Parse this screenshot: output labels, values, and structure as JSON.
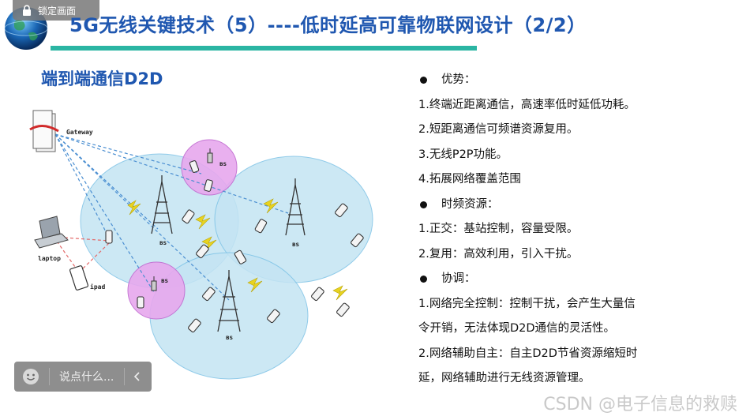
{
  "lock_tab": {
    "label": "锁定画面"
  },
  "slide": {
    "title": "5G无线关键技术（5）----低时延高可靠物联网设计（2/2）",
    "section_heading": "端到端通信D2D"
  },
  "diagram": {
    "labels": {
      "gateway": "Gateway",
      "laptop": "laptop",
      "ipad": "ipad",
      "bs": "BS"
    }
  },
  "bullets": {
    "advantages_title": "优势：",
    "advantages": [
      "1.终端近距离通信，高速率低时延低功耗。",
      "2.短距离通信可频谱资源复用。",
      "3.无线P2P功能。",
      "4.拓展网络覆盖范围"
    ],
    "tf_title": "时频资源：",
    "tf": [
      "1.正交：基站控制，容量受限。",
      "2.复用：高效利用，引入干扰。"
    ],
    "coord_title": "协调：",
    "coord": [
      "1.网络完全控制：控制干扰，会产生大量信",
      "令开销，无法体现D2D通信的灵活性。",
      "2.网络辅助自主：自主D2D节省资源缩短时",
      "延，网络辅助进行无线资源管理。"
    ]
  },
  "chat": {
    "placeholder": "说点什么..."
  },
  "watermark": {
    "text": "CSDN @电子信息的救赎"
  },
  "colors": {
    "title_blue": "#1f57b0",
    "bar_teal": "#2bb5a3",
    "cell_blue": "#c4e4f3",
    "d2d_pink": "#e7a8ee"
  }
}
